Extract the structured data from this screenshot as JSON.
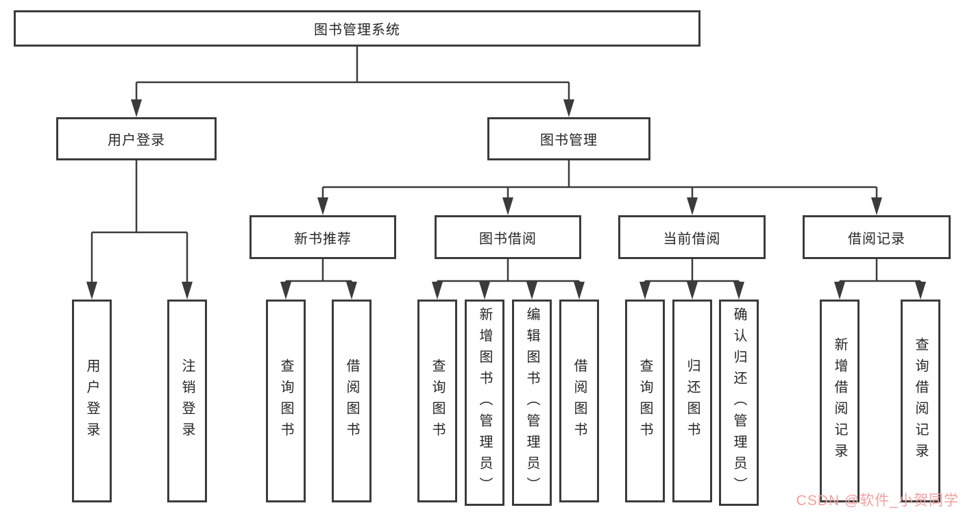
{
  "colors": {
    "line": "#3b3b3b",
    "box_border": "#3b3b3b",
    "text": "#262626",
    "background": "#ffffff",
    "watermark": "#f59e9e"
  },
  "watermark": {
    "text": "CSDN @软件_小贺同学"
  },
  "tree": {
    "root": {
      "label": "图书管理系统"
    },
    "branches": [
      {
        "label": "用户登录",
        "leaves": [
          {
            "label": "用户登录"
          },
          {
            "label": "注销登录"
          }
        ]
      },
      {
        "label": "图书管理",
        "groups": [
          {
            "label": "新书推荐",
            "leaves": [
              {
                "label": "查询图书"
              },
              {
                "label": "借阅图书"
              }
            ]
          },
          {
            "label": "图书借阅",
            "leaves": [
              {
                "label": "查询图书"
              },
              {
                "label": "新增图书（管理员）"
              },
              {
                "label": "编辑图书（管理员）"
              },
              {
                "label": "借阅图书"
              }
            ]
          },
          {
            "label": "当前借阅",
            "leaves": [
              {
                "label": "查询图书"
              },
              {
                "label": "归还图书"
              },
              {
                "label": "确认归还（管理员）"
              }
            ]
          },
          {
            "label": "借阅记录",
            "leaves": [
              {
                "label": "新增借阅记录"
              },
              {
                "label": "查询借阅记录"
              }
            ]
          }
        ]
      }
    ]
  }
}
